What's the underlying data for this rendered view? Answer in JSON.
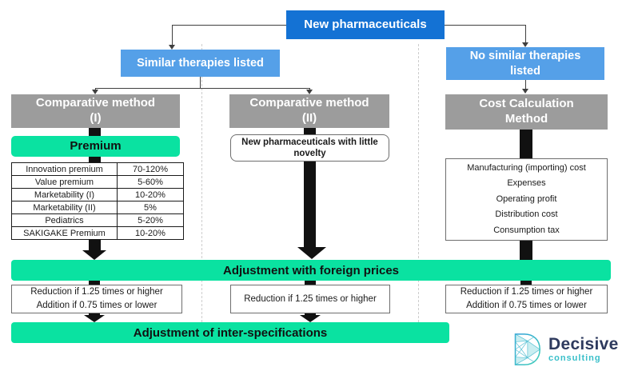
{
  "flow": {
    "top_box": "New pharmaceuticals",
    "branch_left": "Similar therapies listed",
    "branch_right": "No similar therapies listed"
  },
  "columns": {
    "left": {
      "header_line1": "Comparative method",
      "header_line2": "(I)",
      "premium_label": "Premium",
      "premium_table": {
        "rows": [
          {
            "label": "Innovation premium",
            "value": "70-120%"
          },
          {
            "label": "Value premium",
            "value": "5-60%"
          },
          {
            "label": "Marketability (I)",
            "value": "10-20%"
          },
          {
            "label": "Marketability (II)",
            "value": "5%"
          },
          {
            "label": "Pediatrics",
            "value": "5-20%"
          },
          {
            "label": "SAKIGAKE Premium",
            "value": "10-20%"
          }
        ]
      },
      "adjustment_rule_line1": "Reduction if 1.25 times or higher",
      "adjustment_rule_line2": "Addition if 0.75 times or lower"
    },
    "middle": {
      "header_line1": "Comparative method",
      "header_line2": "(II)",
      "note": "New pharmaceuticals with little novelty",
      "adjustment_rule_line1": "Reduction if 1.25 times or higher"
    },
    "right": {
      "header_line1": "Cost Calculation",
      "header_line2": "Method",
      "cost_items": [
        "Manufacturing (importing) cost",
        "Expenses",
        "Operating profit",
        "Distribution cost",
        "Consumption tax"
      ],
      "adjustment_rule_line1": "Reduction if 1.25 times or higher",
      "adjustment_rule_line2": "Addition if 0.75 times or lower"
    }
  },
  "bands": {
    "foreign_prices": "Adjustment with foreign prices",
    "inter_specifications": "Adjustment of inter-specifications"
  },
  "logo": {
    "name": "Decisive",
    "subtitle": "consulting"
  },
  "colors": {
    "dark_blue": "#1472d4",
    "light_blue": "#55a0e8",
    "gray_header": "#9c9c9c",
    "mint_green": "#0ae2a1",
    "arrow_black": "#111111",
    "logo_navy": "#2e3a5e",
    "logo_teal": "#38bfc9"
  }
}
